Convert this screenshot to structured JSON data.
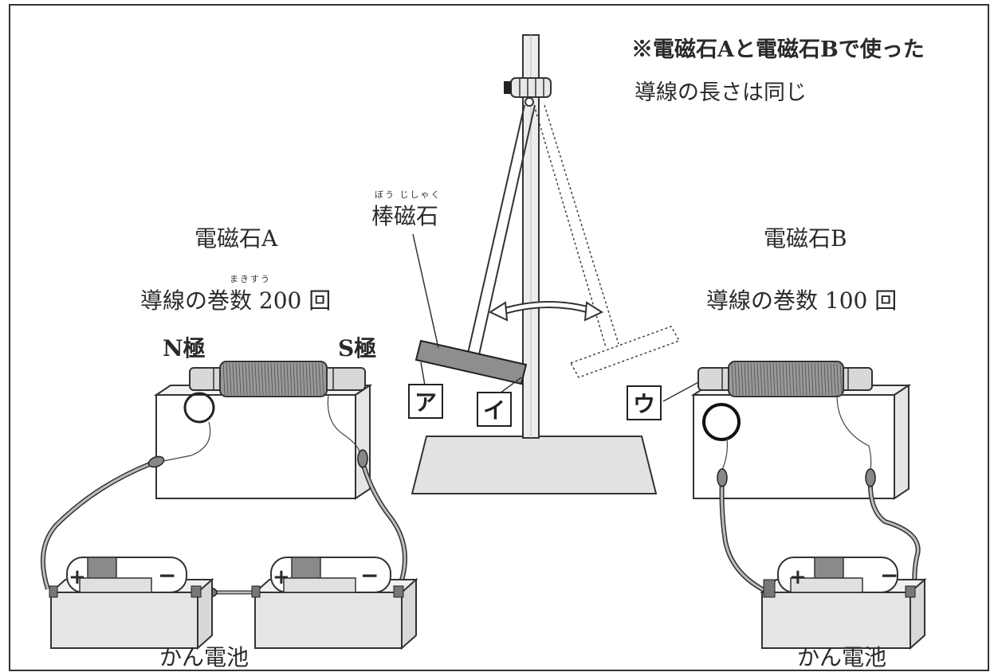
{
  "note": {
    "line1": "※電磁石Aと電磁石Bで使った",
    "line2": "導線の長さは同じ"
  },
  "bar_magnet": {
    "label": "棒磁石",
    "ruby": "ぼう じしゃく"
  },
  "electromagnet_a": {
    "title": "電磁石A",
    "turns_text": "導線の巻数 200 回",
    "ruby_turns": "まきすう",
    "n_pole": "N極",
    "s_pole": "S極"
  },
  "electromagnet_b": {
    "title": "電磁石B",
    "turns_text": "導線の巻数 100 回"
  },
  "points": {
    "a": "ア",
    "i": "イ",
    "u": "ウ"
  },
  "battery_label": "かん電池",
  "plus": "+",
  "minus": "−"
}
